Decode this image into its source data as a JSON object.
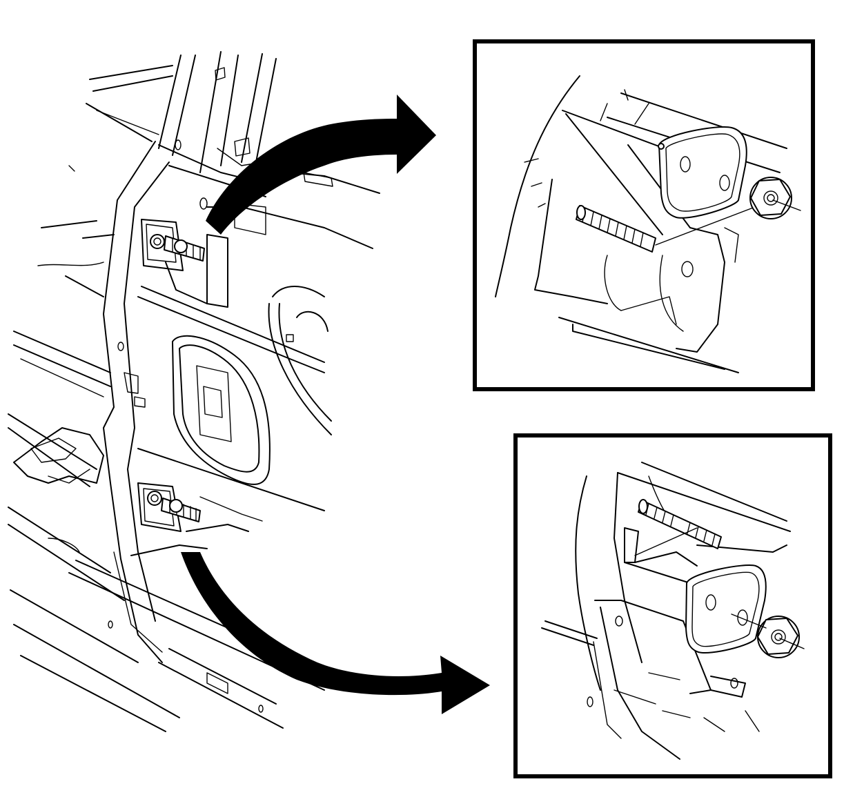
{
  "figure": {
    "main_view": "door-hinge-pillar-overview",
    "callouts": [
      {
        "id": "upper-hinge-detail",
        "icon": "arrow-curved-right-icon"
      },
      {
        "id": "lower-hinge-detail",
        "icon": "arrow-curved-right-icon"
      }
    ],
    "colors": {
      "line": "#000000",
      "background": "#ffffff"
    }
  }
}
